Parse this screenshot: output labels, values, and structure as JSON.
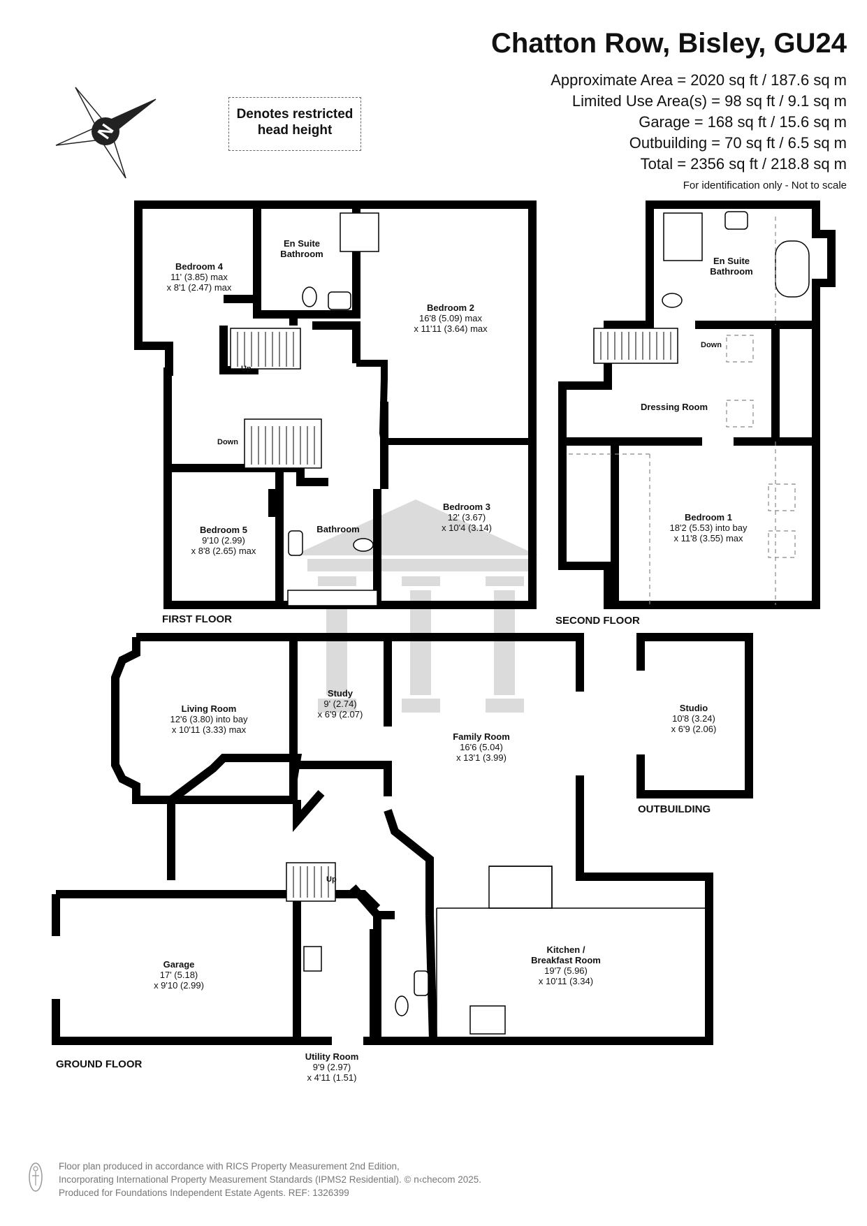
{
  "header": {
    "title": "Chatton Row, Bisley, GU24",
    "areas": [
      "Approximate Area = 2020 sq ft / 187.6 sq m",
      "Limited Use Area(s) = 98 sq ft / 9.1 sq m",
      "Garage = 168 sq ft / 15.6 sq m",
      "Outbuilding = 70 sq ft / 6.5 sq m",
      "Total = 2356 sq ft / 218.8 sq m"
    ],
    "identification": "For identification only - Not to scale"
  },
  "legend": {
    "line1": "Denotes restricted",
    "line2": "head height"
  },
  "compass": {
    "letter": "N",
    "icon": "compass-rose-icon"
  },
  "floors": {
    "first": "FIRST FLOOR",
    "second": "SECOND FLOOR",
    "ground": "GROUND FLOOR",
    "outbuilding": "OUTBUILDING"
  },
  "rooms": {
    "bedroom4": {
      "name": "Bedroom 4",
      "dim1": "11' (3.85) max",
      "dim2": "x 8'1 (2.47) max"
    },
    "ensuite1": {
      "name1": "En Suite",
      "name2": "Bathroom"
    },
    "bedroom2": {
      "name": "Bedroom 2",
      "dim1": "16'8 (5.09) max",
      "dim2": "x 11'11 (3.64) max"
    },
    "bedroom5": {
      "name": "Bedroom 5",
      "dim1": "9'10 (2.99)",
      "dim2": "x 8'8 (2.65) max"
    },
    "bathroom": {
      "name": "Bathroom"
    },
    "bedroom3": {
      "name": "Bedroom 3",
      "dim1": "12' (3.67)",
      "dim2": "x 10'4 (3.14)"
    },
    "ensuite2": {
      "name1": "En Suite",
      "name2": "Bathroom"
    },
    "dressing": {
      "name": "Dressing Room"
    },
    "bedroom1": {
      "name": "Bedroom 1",
      "dim1": "18'2 (5.53) into bay",
      "dim2": "x 11'8 (3.55) max"
    },
    "living": {
      "name": "Living Room",
      "dim1": "12'6 (3.80) into bay",
      "dim2": "x 10'11 (3.33) max"
    },
    "study": {
      "name": "Study",
      "dim1": "9' (2.74)",
      "dim2": "x 6'9 (2.07)"
    },
    "family": {
      "name": "Family Room",
      "dim1": "16'6 (5.04)",
      "dim2": "x 13'1 (3.99)"
    },
    "studio": {
      "name": "Studio",
      "dim1": "10'8 (3.24)",
      "dim2": "x 6'9 (2.06)"
    },
    "garage": {
      "name": "Garage",
      "dim1": "17' (5.18)",
      "dim2": "x 9'10 (2.99)"
    },
    "kitchen": {
      "name1": "Kitchen /",
      "name2": "Breakfast Room",
      "dim1": "19'7 (5.96)",
      "dim2": "x 10'11 (3.34)"
    },
    "utility": {
      "name": "Utility Room",
      "dim1": "9'9 (2.97)",
      "dim2": "x 4'11 (1.51)"
    }
  },
  "stairs": {
    "up": "Up",
    "down": "Down"
  },
  "footer": {
    "line1": "Floor plan produced in accordance with RICS Property Measurement 2nd Edition,",
    "line2": "Incorporating International Property Measurement Standards (IPMS2 Residential).  © n‹checom 2025.",
    "line3": "Produced for Foundations Independent Estate Agents.   REF: 1326399"
  },
  "colors": {
    "wall": "#000000",
    "watermark": "#bdbdbd",
    "restricted": "#888888"
  }
}
